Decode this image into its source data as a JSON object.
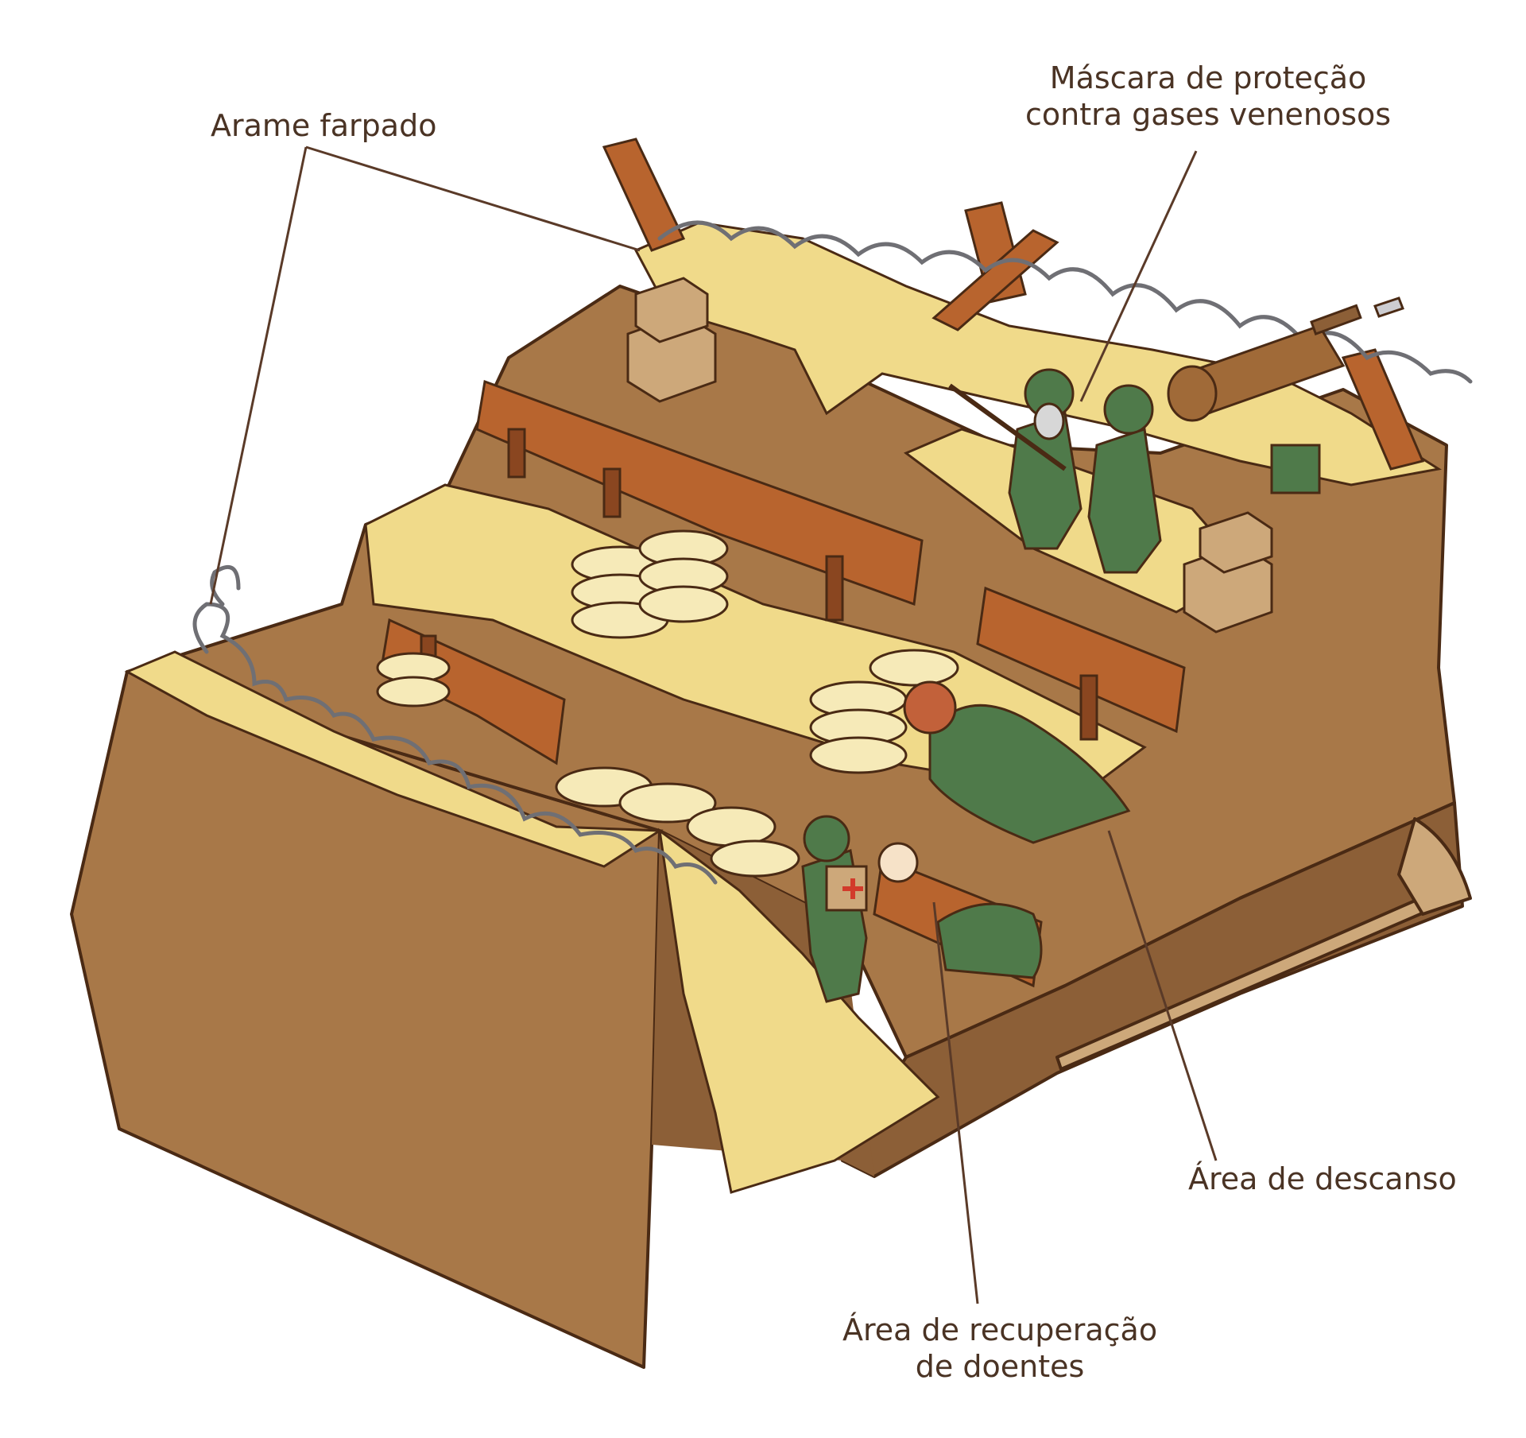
{
  "labels": {
    "arame": {
      "text": "Arame farpado"
    },
    "mascara": {
      "line1": "Máscara de proteção",
      "line2": "contra gases venenosos"
    },
    "descanso": {
      "text": "Área de descanso"
    },
    "recuperacao": {
      "line1": "Área de recuperação",
      "line2": "de doentes"
    }
  },
  "colors": {
    "earth": "#a87848",
    "earth_dark": "#8c5f37",
    "sand": "#f0da8a",
    "wood": "#b8642e",
    "wood_dark": "#8a4620",
    "sandbag": "#f6eab8",
    "crate": "#cda87a",
    "uniform": "#4f7a4a",
    "outline": "#4a2a14",
    "leader": "#5a3a28"
  },
  "icons": [
    "barbed-wire-icon",
    "gas-mask-icon",
    "machine-gun-icon",
    "medic-cross-icon"
  ]
}
